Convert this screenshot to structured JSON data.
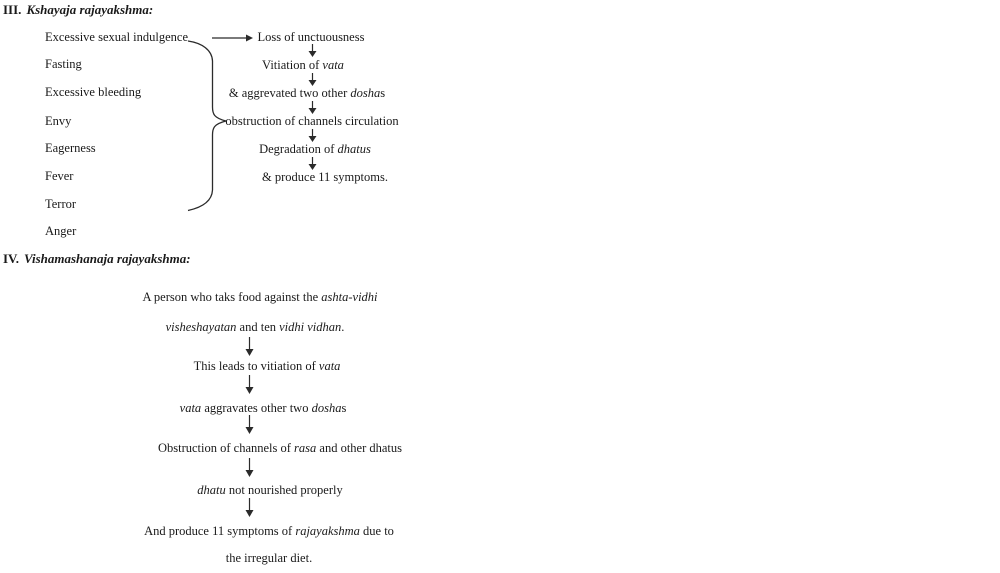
{
  "page": {
    "background": "#ffffff",
    "text_color": "#1a1a1a",
    "stroke_color": "#2b2b2b"
  },
  "section_iii": {
    "heading": {
      "numeral": "III.",
      "title": "Kshayaja rajayakshma:"
    },
    "causes": [
      "Excessive sexual indulgence",
      "Fasting",
      "Excessive bleeding",
      "Envy",
      "Eagerness",
      "Fever",
      "Terror",
      "Anger"
    ],
    "effects_chain": [
      {
        "segments": [
          {
            "t": "Loss of unctuousness"
          }
        ]
      },
      {
        "segments": [
          {
            "t": "Vitiation of "
          },
          {
            "t": "vata",
            "i": true
          }
        ]
      },
      {
        "segments": [
          {
            "t": "& aggrevated two other "
          },
          {
            "t": "dosha",
            "i": true
          },
          {
            "t": "s"
          }
        ]
      },
      {
        "segments": [
          {
            "t": "obstruction of channels circulation"
          }
        ]
      },
      {
        "segments": [
          {
            "t": "Degradation of "
          },
          {
            "t": "dhatus",
            "i": true
          }
        ]
      },
      {
        "segments": [
          {
            "t": "& produce 11 symptoms."
          }
        ]
      }
    ]
  },
  "section_iv": {
    "heading": {
      "numeral": "IV.",
      "title": "Vishamashanaja rajayakshma:"
    },
    "flow": [
      {
        "segments": [
          {
            "t": "A person who taks food against the "
          },
          {
            "t": "ashta-vidhi",
            "i": true
          }
        ]
      },
      {
        "segments": [
          {
            "t": "visheshayatan",
            "i": true
          },
          {
            "t": " and ten "
          },
          {
            "t": "vidhi vidhan",
            "i": true
          },
          {
            "t": "."
          }
        ]
      },
      {
        "segments": [
          {
            "t": "This leads to vitiation of "
          },
          {
            "t": "vata",
            "i": true
          }
        ]
      },
      {
        "segments": [
          {
            "t": "vata",
            "i": true
          },
          {
            "t": " aggravates other two "
          },
          {
            "t": "dosha",
            "i": true
          },
          {
            "t": "s"
          }
        ]
      },
      {
        "segments": [
          {
            "t": "Obstruction of channels of "
          },
          {
            "t": "rasa",
            "i": true
          },
          {
            "t": " and other dhatus"
          }
        ]
      },
      {
        "segments": [
          {
            "t": "dhatu",
            "i": true
          },
          {
            "t": " not nourished properly"
          }
        ]
      },
      {
        "segments": [
          {
            "t": "And produce 11 symptoms of "
          },
          {
            "t": "rajayakshma",
            "i": true
          },
          {
            "t": " due to"
          }
        ]
      },
      {
        "segments": [
          {
            "t": "the irregular diet."
          }
        ]
      }
    ]
  },
  "icons": {
    "down_arrow": "down-arrow",
    "right_arrow": "right-arrow",
    "grouping_brace": "curly-brace"
  }
}
